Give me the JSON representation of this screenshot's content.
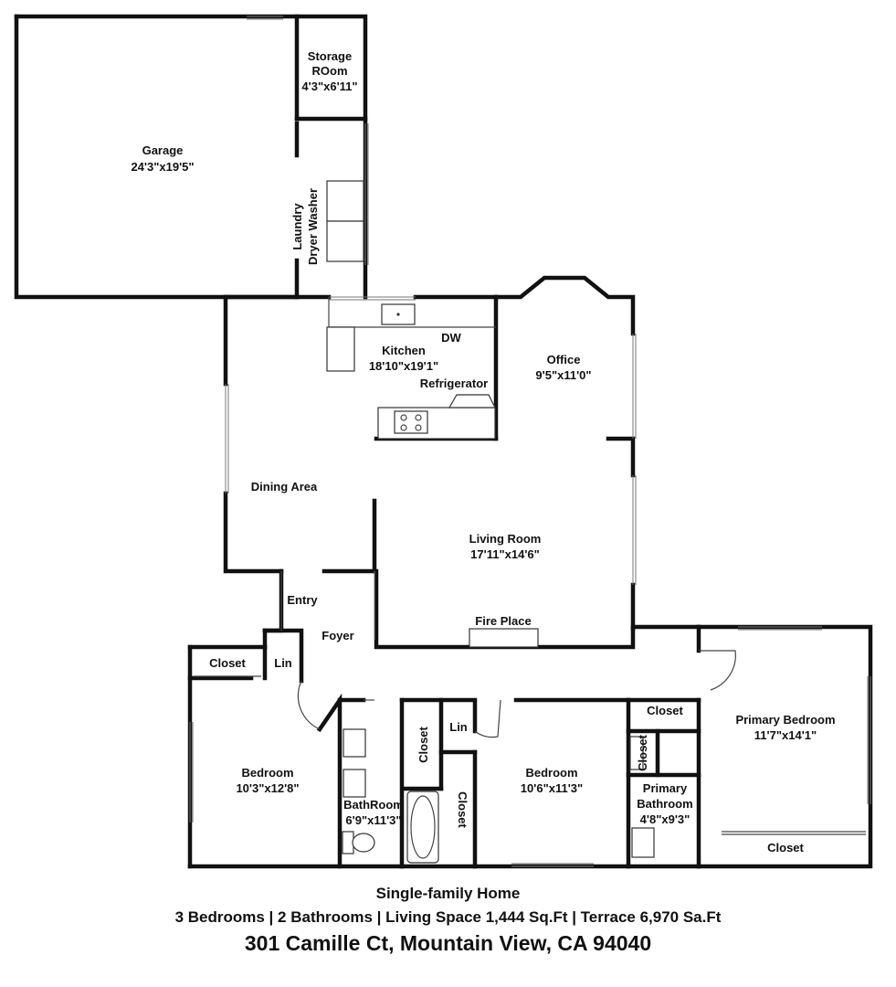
{
  "rooms": {
    "storage_name": "Storage",
    "storage_name2": "ROom",
    "storage_size": "4'3\"x6'11\"",
    "garage_name": "Garage",
    "garage_size": "24'3\"x19'5\"",
    "laundry_name": "Laundry",
    "dryer_washer": "Dryer Washer",
    "kitchen_name": "Kitchen",
    "kitchen_size": "18'10\"x19'1\"",
    "dw": "DW",
    "refrigerator": "Refrigerator",
    "office_name": "Office",
    "office_size": "9'5\"x11'0\"",
    "dining_name": "Dining Area",
    "living_name": "Living Room",
    "living_size": "17'11\"x14'6\"",
    "entry": "Entry",
    "foyer": "Foyer",
    "fireplace": "Fire Place",
    "closet_left": "Closet",
    "lin_left": "Lin",
    "closet_hall": "Closet",
    "lin_hall": "Lin",
    "closet_hall2": "Closet",
    "closet_upper_right": "Closet",
    "closet_small_right": "Closet",
    "closet_primary": "Closet",
    "bedroom_left_name": "Bedroom",
    "bedroom_left_size": "10'3\"x12'8\"",
    "bathroom_name": "BathRoom",
    "bathroom_size": "6'9\"x11'3\"",
    "bedroom_mid_name": "Bedroom",
    "bedroom_mid_size": "10'6\"x11'3\"",
    "primary_bath_name1": "Primary",
    "primary_bath_name2": "Bathroom",
    "primary_bath_size": "4'8\"x9'3\"",
    "primary_bed_name": "Primary Bedroom",
    "primary_bed_size": "11'7\"x14'1\""
  },
  "caption": {
    "line1": "Single-family Home",
    "line2": "3 Bedrooms | 2 Bathrooms | Living Space 1,444 Sq.Ft | Terrace 6,970 Sa.Ft",
    "line3": "301 Camille Ct, Mountain View, CA 94040"
  }
}
